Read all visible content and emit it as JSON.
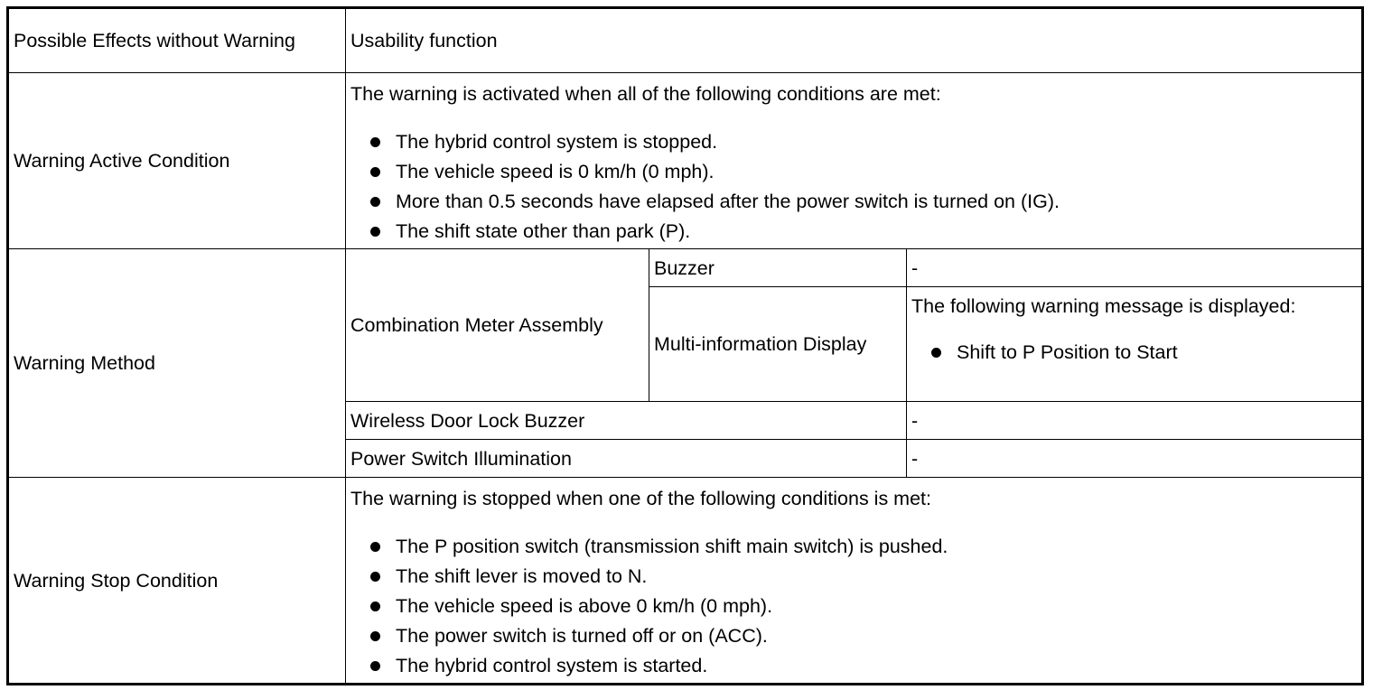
{
  "rows": {
    "effects": {
      "label": "Possible Effects without Warning",
      "value": "Usability function"
    },
    "active": {
      "label": "Warning Active Condition",
      "intro": "The warning is activated when all of the following conditions are met:",
      "conditions": [
        "The hybrid control system is stopped.",
        "The vehicle speed is 0 km/h (0 mph).",
        "More than 0.5 seconds have elapsed after the power switch is turned on (IG).",
        "The shift state other than park (P)."
      ]
    },
    "method": {
      "label": "Warning Method",
      "combination_meter": "Combination Meter Assembly",
      "buzzer": {
        "label": "Buzzer",
        "value": "-"
      },
      "mid": {
        "label": "Multi-information Display",
        "message_intro": "The following warning message is displayed:",
        "messages": [
          "Shift to P Position to Start"
        ]
      },
      "wireless": {
        "label": "Wireless Door Lock Buzzer",
        "value": "-"
      },
      "illumination": {
        "label": "Power Switch Illumination",
        "value": "-"
      }
    },
    "stop": {
      "label": "Warning Stop Condition",
      "intro": "The warning is stopped when one of the following conditions is met:",
      "conditions": [
        "The P position switch (transmission shift main switch) is pushed.",
        "The shift lever is moved to N.",
        "The vehicle speed is above 0 km/h (0 mph).",
        "The power switch is turned off or on (ACC).",
        "The hybrid control system is started."
      ]
    }
  }
}
